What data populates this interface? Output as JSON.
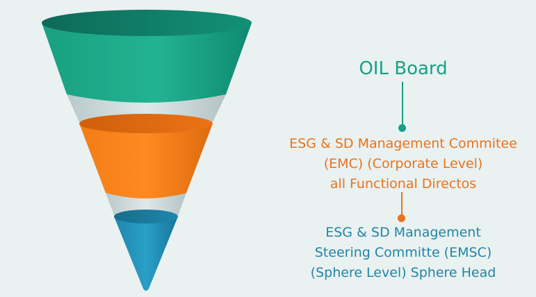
{
  "levels": [
    {
      "name": "OIL Board",
      "lines": [
        "OIL Board"
      ],
      "color": "#16a085"
    },
    {
      "name": "ESG & SD Management Commitee",
      "lines": [
        "ESG & SD Management Commitee",
        "(EMC) (Corporate Level)",
        "all Functional Directos"
      ],
      "color": "#e8731c"
    },
    {
      "name": "ESG & SD Management Steering Committe",
      "lines": [
        "ESG & SD Management",
        "Steering Committe (EMSC)",
        "(Sphere Level) Sphere Head"
      ],
      "color": "#1f86a6"
    }
  ],
  "funnel_colors": {
    "top": "#1aa384",
    "top_rim": "#0f6f5e",
    "middle": "#f07f1a",
    "middle_rim": "#c85e0c",
    "bottom": "#2390b5",
    "bottom_rim": "#1e6f8c",
    "glass": "#c9d6d8"
  }
}
